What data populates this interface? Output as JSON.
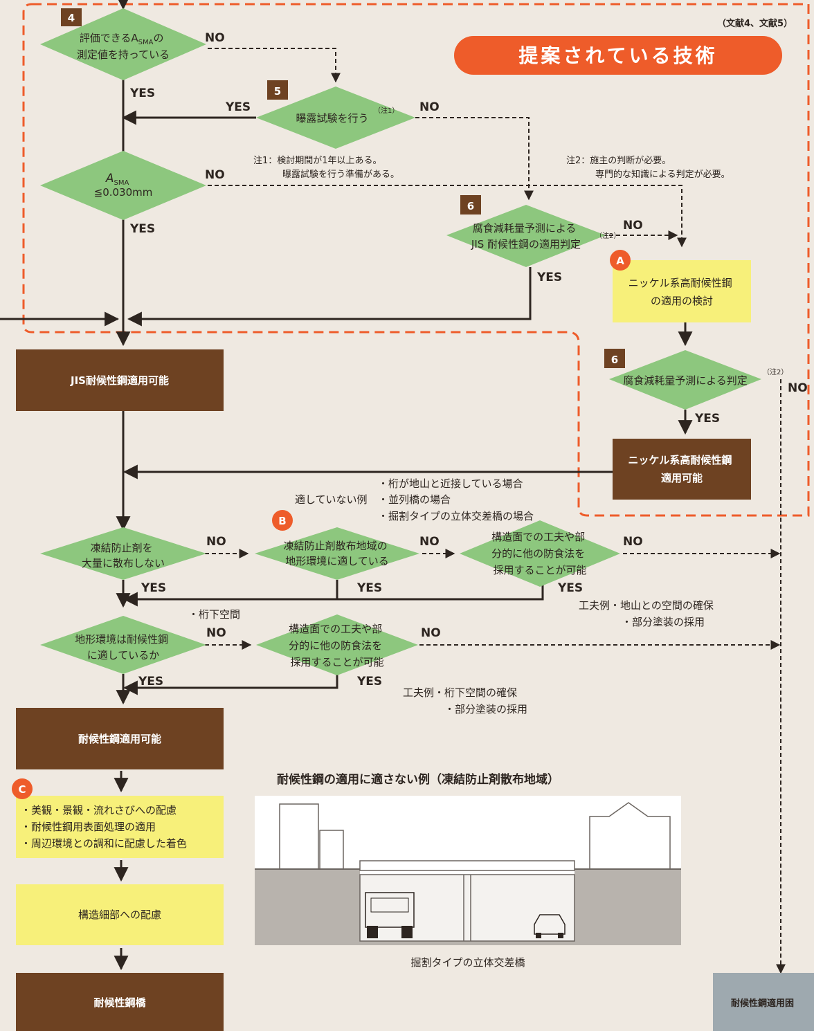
{
  "header": {
    "references": "（文献4、文献5）",
    "banner": "提案されている技術"
  },
  "colors": {
    "diamond": "#8dc77e",
    "brown": "#6e4222",
    "yellow": "#f7f07a",
    "orange": "#ee5c2a",
    "gray": "#9ea9af",
    "background": "#efe9e1"
  },
  "nodes": {
    "n4_line1": "評価できるA",
    "n4_sub": "SMA",
    "n4_line1_end": "の",
    "n4_line2": "測定値を持っている",
    "n5": "曝露試験を行う",
    "n5_note_mark": "（注1）",
    "asma_symbol": "A",
    "asma_sub": "SMA",
    "asma_cond": "≦0.030mm",
    "n6a_line1": "腐食減耗量予測による",
    "n6a_line2": "JIS 耐候性鋼の適用判定",
    "n6a_note_mark": "（注2）",
    "nA_line1": "ニッケル系高耐候性鋼",
    "nA_line2": "の適用の検討",
    "n6b": "腐食減耗量予測による判定",
    "n6b_note_mark": "（注2）",
    "nickel_ok_line1": "ニッケル系高耐候性鋼",
    "nickel_ok_line2": "適用可能",
    "jis_ok": "JIS耐候性鋼適用可能",
    "antifreeze_line1": "凍結防止剤を",
    "antifreeze_line2": "大量に散布しない",
    "nB_line1": "凍結防止剤散布地域の",
    "nB_line2": "地形環境に適している",
    "struct1_line1": "構造面での工夫や部",
    "struct1_line2": "分的に他の防食法を",
    "struct1_line3": "採用することが可能",
    "terrain_line1": "地形環境は耐候性鋼",
    "terrain_line2": "に適しているか",
    "struct2_line1": "構造面での工夫や部",
    "struct2_line2": "分的に他の防食法を",
    "struct2_line3": "採用することが可能",
    "weathering_ok": "耐候性鋼適用可能",
    "nC_items": [
      "・美観・景観・流れさびへの配慮",
      "・耐候性鋼用表面処理の適用",
      "・周辺環境との調和に配慮した着色"
    ],
    "detail": "構造細部への配慮",
    "final": "耐候性鋼橋",
    "not_applicable": "耐候性鋼適用困"
  },
  "step_labels": {
    "s4": "4",
    "s5": "5",
    "s6a": "6",
    "s6b": "6",
    "A": "A",
    "B": "B",
    "C": "C"
  },
  "branch_labels": {
    "yes": "YES",
    "no": "NO"
  },
  "notes": {
    "note1_line1": "注1：検討期間が1年以上ある。",
    "note1_line2": "曝露試験を行う準備がある。",
    "note2_line1": "注2：施主の判断が必要。",
    "note2_line2": "専門的な知識による判定が必要。",
    "unsuitable_title": "適していない例",
    "unsuitable_items": [
      "・桁が地山と近接している場合",
      "・並列橋の場合",
      "・掘割タイプの立体交差橋の場合"
    ],
    "example1_line1": "工夫例・地山との空間の確保",
    "example1_line2": "・部分塗装の採用",
    "girder_space": "・桁下空間",
    "example2_line1": "工夫例・桁下空間の確保",
    "example2_line2": "・部分塗装の採用"
  },
  "illustration": {
    "title": "耐候性鋼の適用に適さない例（凍結防止剤散布地域）",
    "caption": "掘割タイプの立体交差橋"
  }
}
